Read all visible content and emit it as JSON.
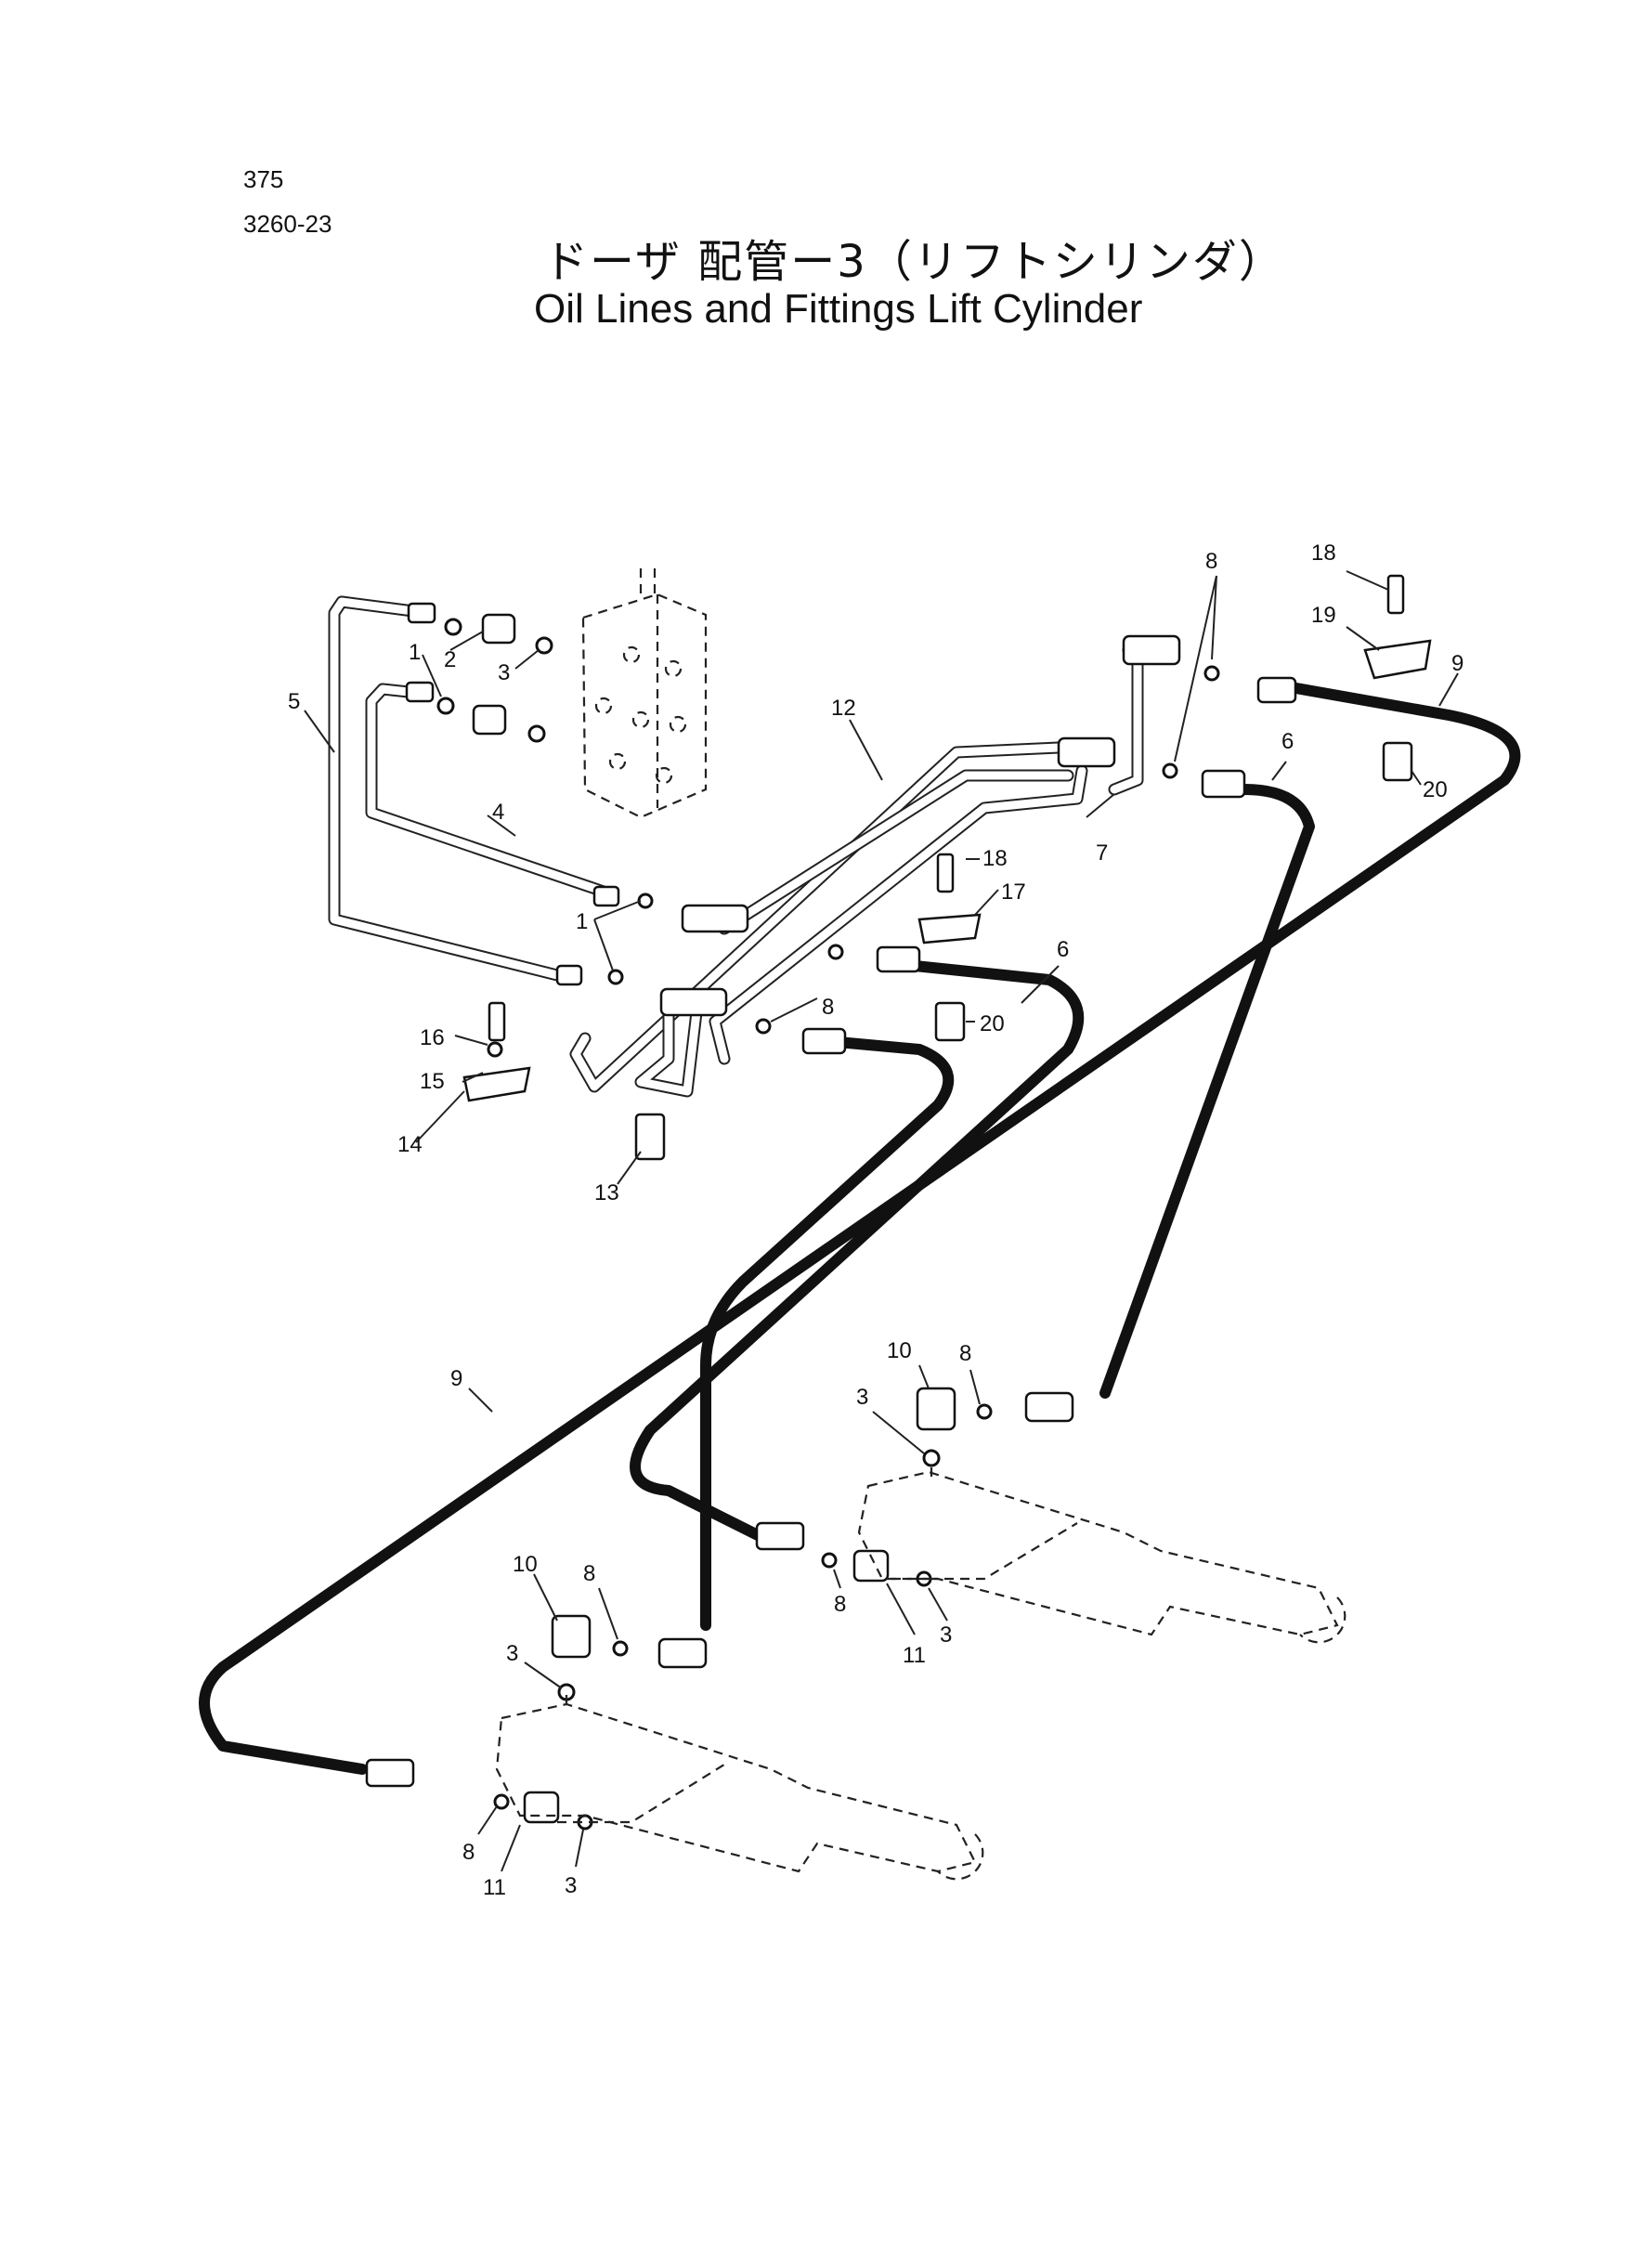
{
  "header": {
    "page_number": "375",
    "diagram_code": "3260-23",
    "title_jp": "ドーザ 配管ー3（リフトシリンダ）",
    "title_en": "Oil Lines and Fittings Lift Cylinder"
  },
  "callouts": [
    {
      "id": "c1a",
      "label": "1"
    },
    {
      "id": "c2",
      "label": "2"
    },
    {
      "id": "c3a",
      "label": "3"
    },
    {
      "id": "c4",
      "label": "4"
    },
    {
      "id": "c5",
      "label": "5"
    },
    {
      "id": "c12",
      "label": "12"
    },
    {
      "id": "c1b",
      "label": "1"
    },
    {
      "id": "c16",
      "label": "16"
    },
    {
      "id": "c15",
      "label": "15"
    },
    {
      "id": "c14",
      "label": "14"
    },
    {
      "id": "c13",
      "label": "13"
    },
    {
      "id": "c18a",
      "label": "18"
    },
    {
      "id": "c17",
      "label": "17"
    },
    {
      "id": "c6a",
      "label": "6"
    },
    {
      "id": "c8a",
      "label": "8"
    },
    {
      "id": "c20a",
      "label": "20"
    },
    {
      "id": "c7",
      "label": "7"
    },
    {
      "id": "c8b",
      "label": "8"
    },
    {
      "id": "c6b",
      "label": "6"
    },
    {
      "id": "c18b",
      "label": "18"
    },
    {
      "id": "c19",
      "label": "19"
    },
    {
      "id": "c9a",
      "label": "9"
    },
    {
      "id": "c20b",
      "label": "20"
    },
    {
      "id": "c9b",
      "label": "9"
    },
    {
      "id": "c10a",
      "label": "10"
    },
    {
      "id": "c8c",
      "label": "8"
    },
    {
      "id": "c3b",
      "label": "3"
    },
    {
      "id": "c8d",
      "label": "8"
    },
    {
      "id": "c11a",
      "label": "11"
    },
    {
      "id": "c3c",
      "label": "3"
    },
    {
      "id": "c10b",
      "label": "10"
    },
    {
      "id": "c8e",
      "label": "8"
    },
    {
      "id": "c3d",
      "label": "3"
    },
    {
      "id": "c8f",
      "label": "8"
    },
    {
      "id": "c11b",
      "label": "11"
    },
    {
      "id": "c3e",
      "label": "3"
    }
  ]
}
